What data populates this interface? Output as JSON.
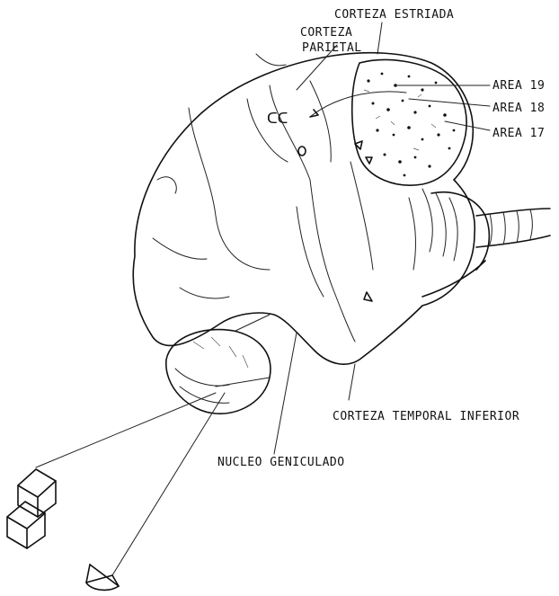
{
  "labels": {
    "corteza_estriada": "CORTEZA ESTRIADA",
    "corteza_parietal_1": "CORTEZA",
    "corteza_parietal_2": "PARIETAL",
    "area_19": "AREA 19",
    "area_18": "AREA 18",
    "area_17": "AREA 17",
    "corteza_temporal_inferior": "CORTEZA TEMPORAL INFERIOR",
    "nucleo_geniculado": "NUCLEO GENICULADO"
  }
}
